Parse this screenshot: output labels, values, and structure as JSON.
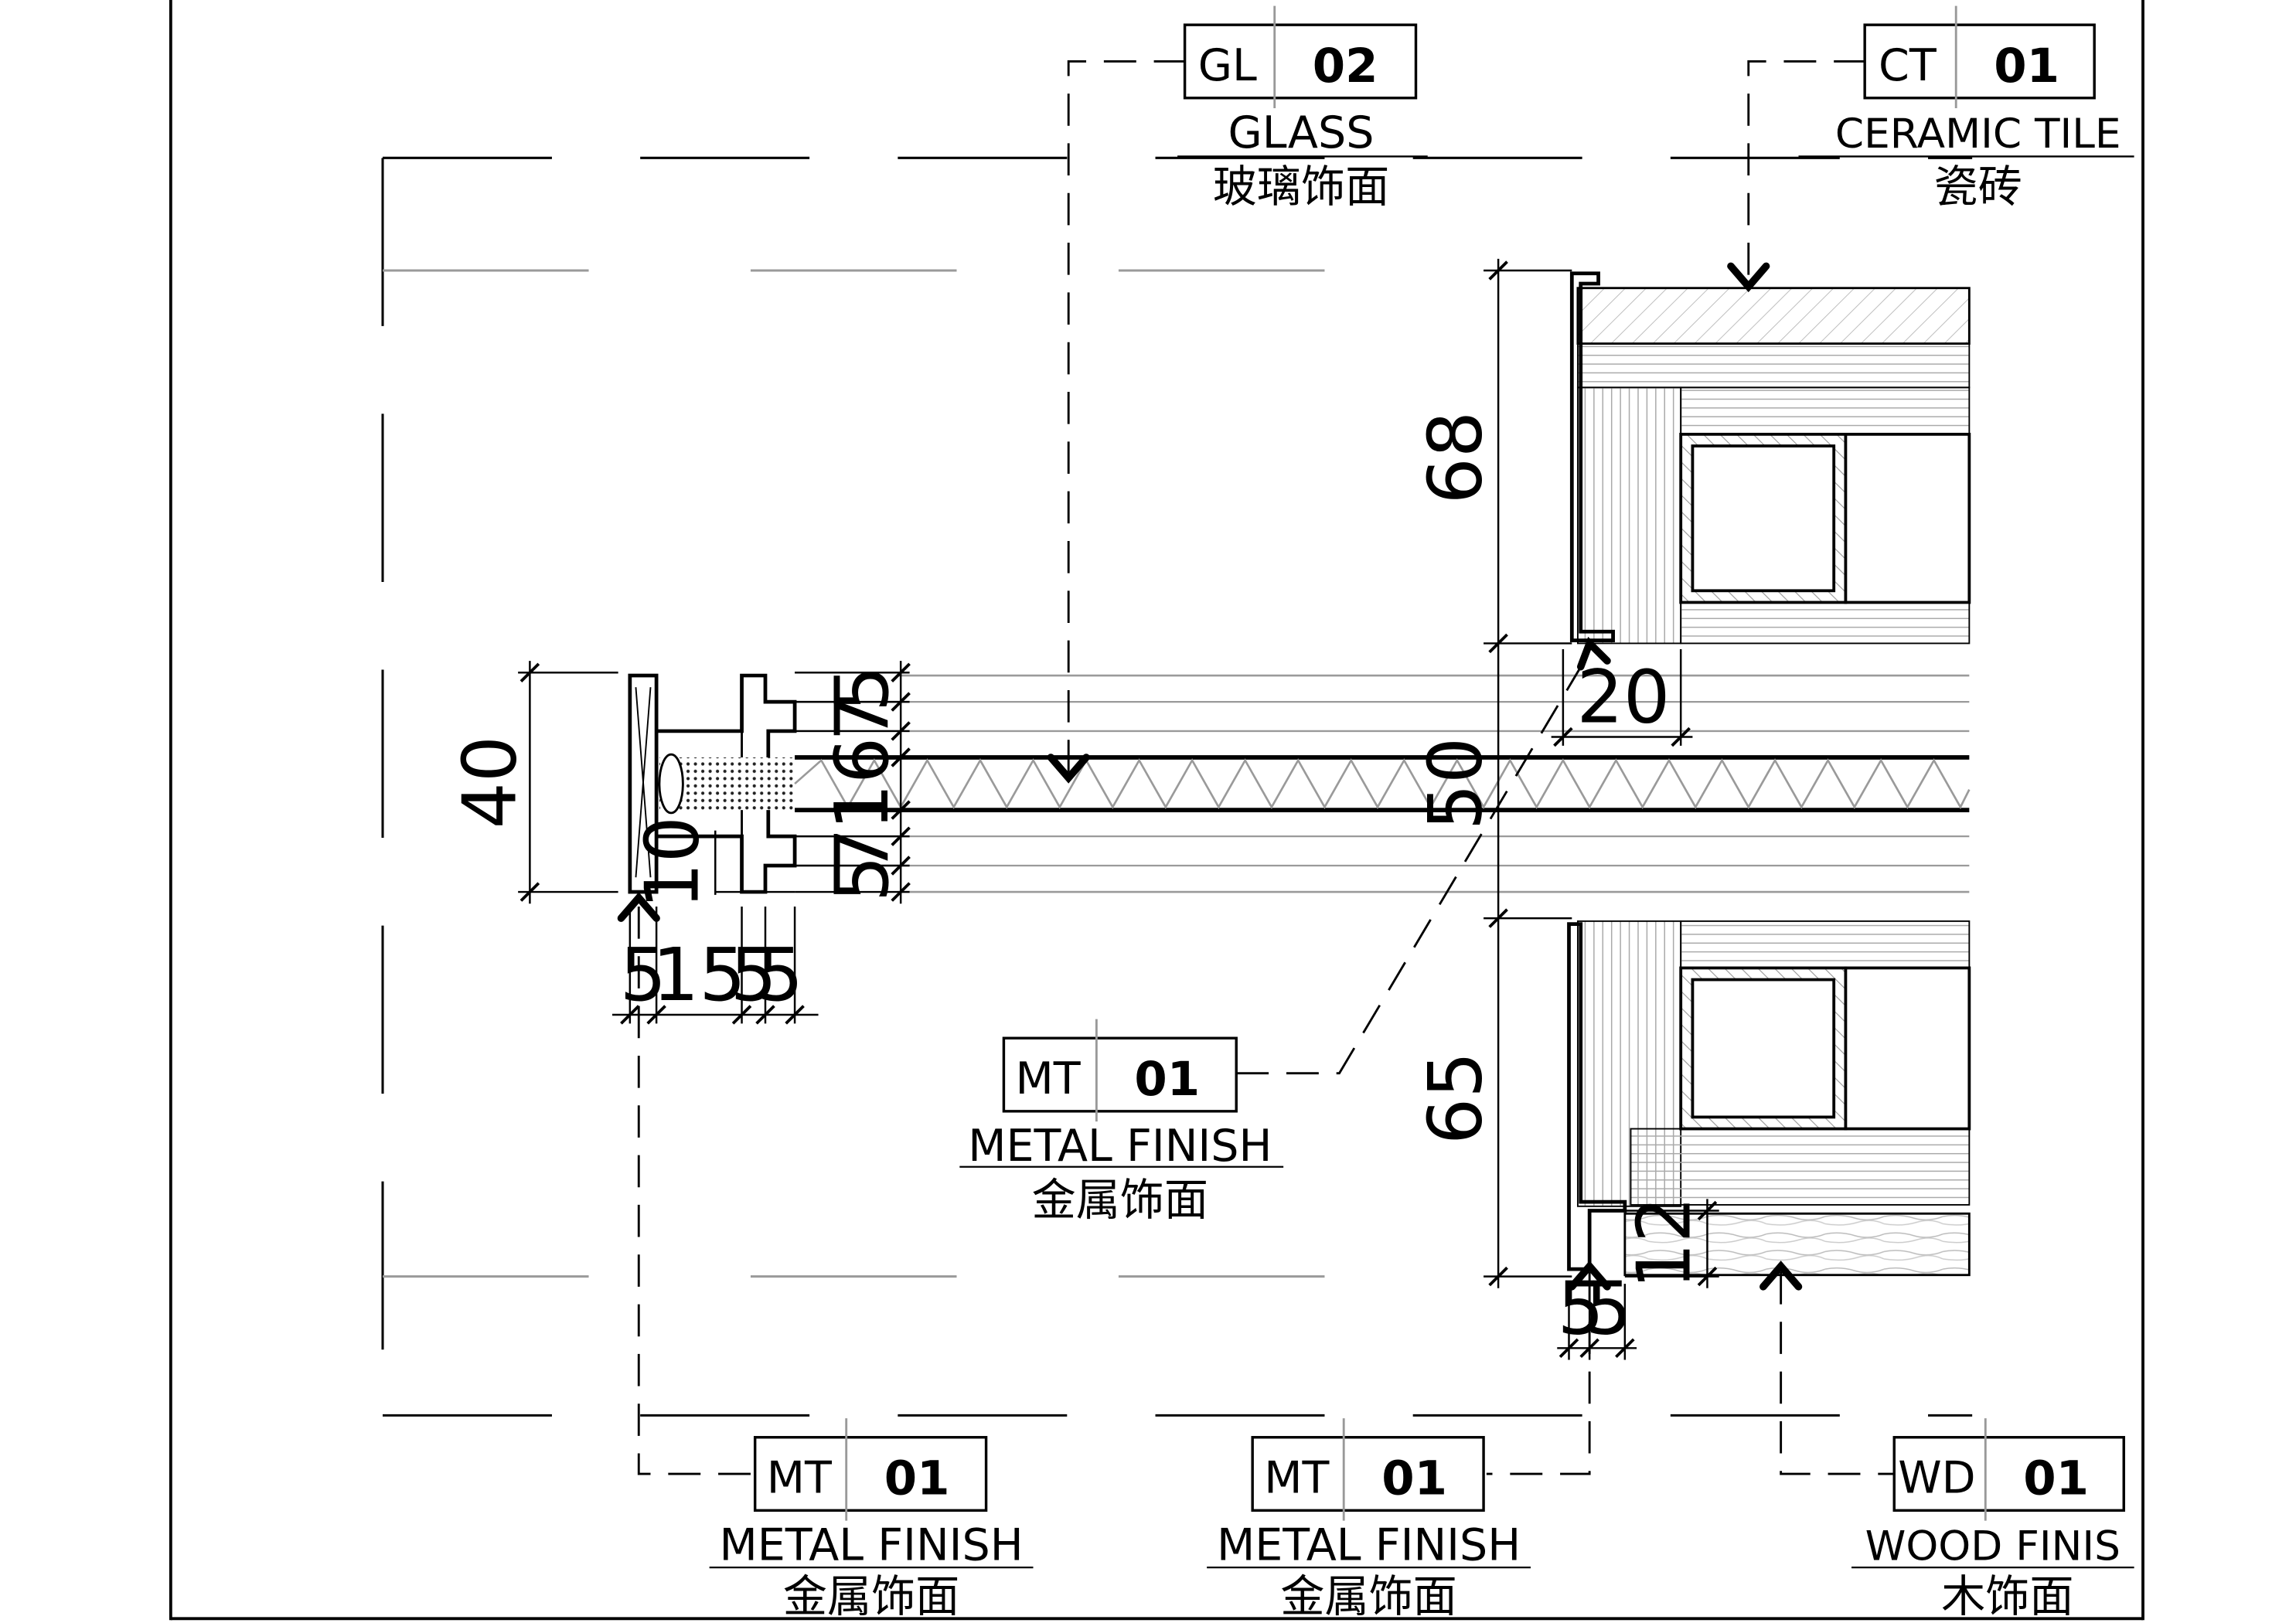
{
  "tags": {
    "gl02": {
      "code": "GL",
      "number": "02",
      "label": "GLASS",
      "label_cn": "玻璃饰面"
    },
    "ct01": {
      "code": "CT",
      "number": "01",
      "label": "CERAMIC TILE",
      "label_cn": "瓷砖"
    },
    "mt01_mid": {
      "code": "MT",
      "number": "01",
      "label": "METAL FINISH",
      "label_cn": "金属饰面"
    },
    "mt01_left": {
      "code": "MT",
      "number": "01",
      "label": "METAL FINISH",
      "label_cn": "金属饰面"
    },
    "mt01_right": {
      "code": "MT",
      "number": "01",
      "label": "METAL FINISH",
      "label_cn": "金属饰面"
    },
    "wd01": {
      "code": "WD",
      "number": "01",
      "label": "WOOD FINIS",
      "label_cn": "木饰面"
    }
  },
  "dimensions": {
    "overall_height": "40",
    "top_7": "7",
    "top_5": "5",
    "glass_16": "16",
    "bot_7": "7",
    "bot_5": "5",
    "gap_10": "10",
    "w5a": "5",
    "w15": "15",
    "w5b": "5",
    "w5c": "5",
    "tile_68": "68",
    "mid_50": "50",
    "lower_65": "65",
    "frame_20": "20",
    "wood_12": "12",
    "s5a": "5",
    "s5b": "5"
  }
}
